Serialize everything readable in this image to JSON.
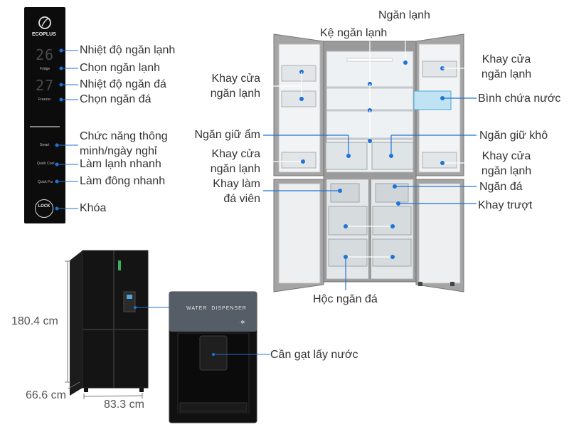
{
  "panel": {
    "brand": "ECOPLUS",
    "fridge_temp": "26",
    "fridge_text": "Fridge",
    "freezer_temp": "27",
    "freezer_text": "Freezer",
    "smart_text": "Smart",
    "quick_cool_text": "Quick Cool",
    "quick_frz_text": "Quick Frz",
    "lock_text": "LOCK"
  },
  "panel_labels": {
    "fridge_temp": "Nhiệt độ ngăn lạnh",
    "fridge_select": "Chọn ngăn lạnh",
    "freezer_temp": "Nhiệt độ ngăn đá",
    "freezer_select": "Chọn ngăn đá",
    "smart_1": "Chức năng thông",
    "smart_2": "minh/ngày nghỉ",
    "quick_cool": "Làm lạnh nhanh",
    "quick_freeze": "Làm đông nhanh",
    "lock": "Khóa"
  },
  "fridge_labels": {
    "cooling": "Ngăn lạnh",
    "shelf": "Kệ ngăn lạnh",
    "door_tray_left_top_1": "Khay cửa",
    "door_tray_left_top_2": "ngăn lạnh",
    "door_tray_right_top_1": "Khay cửa",
    "door_tray_right_top_2": "ngăn lạnh",
    "water_tank": "Bình chứa nước",
    "humid_drawer": "Ngăn giữ ẩm",
    "dry_drawer": "Ngăn giữ khô",
    "door_tray_left_bottom_1": "Khay cửa",
    "door_tray_left_bottom_2": "ngăn lạnh",
    "door_tray_right_bottom_1": "Khay cửa",
    "door_tray_right_bottom_2": "ngăn lạnh",
    "ice_maker_1": "Khay làm",
    "ice_maker_2": "đá viên",
    "freezer": "Ngăn đá",
    "sliding_tray": "Khay trượt",
    "freezer_drawer": "Hộc ngăn đá"
  },
  "dimensions": {
    "height": "180.4 cm",
    "depth": "66.6 cm",
    "width": "83.3 cm"
  },
  "dispenser": {
    "title": "WATER  DISPENSER",
    "lever_label": "Cần gạt lấy nước"
  },
  "colors": {
    "pointer": "#1e73d8",
    "label_text": "#333333",
    "panel_bg": "#0c0c0c"
  }
}
